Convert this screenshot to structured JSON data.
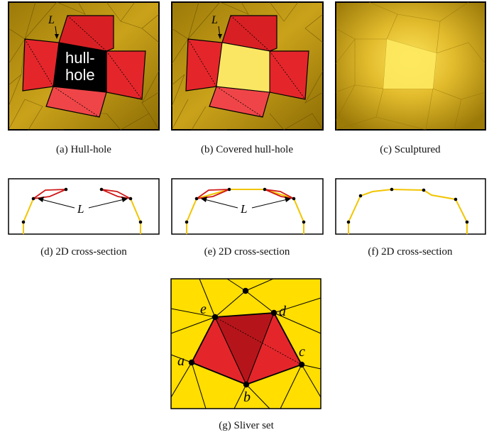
{
  "panels": {
    "a": {
      "caption": "(a) Hull-hole",
      "hole_line1": "hull-",
      "hole_line2": "hole",
      "label": "L"
    },
    "b": {
      "caption": "(b) Covered hull-hole",
      "label": "L"
    },
    "c": {
      "caption": "(c) Sculptured"
    },
    "d": {
      "caption": "(d) 2D cross-section",
      "label": "L"
    },
    "e": {
      "caption": "(e) 2D cross-section",
      "label": "L"
    },
    "f": {
      "caption": "(f) 2D cross-section"
    },
    "g": {
      "caption": "(g) Sliver set",
      "vertices": [
        "a",
        "b",
        "c",
        "d",
        "e"
      ]
    }
  },
  "colors": {
    "gold_dark": "#b38e0a",
    "gold": "#d3ab18",
    "gold_light": "#e8c43a",
    "red": "#e4262b",
    "red_light": "#f25050",
    "red_dark": "#b5151a",
    "black": "#000000",
    "pale_yellow": "#fbe663",
    "yellow": "#ffde00",
    "outline_red": "#d01818",
    "curve_yellow": "#f2c500"
  }
}
